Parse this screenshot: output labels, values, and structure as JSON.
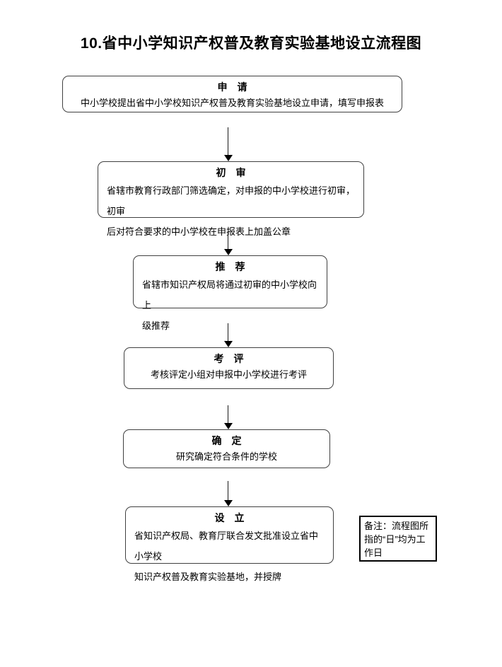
{
  "page": {
    "title": "10.省中小学知识产权普及教育实验基地设立流程图"
  },
  "flow": {
    "steps": [
      {
        "title": "申　请",
        "lines": [
          "中小学校提出省中小学校知识产权普及教育实验基地设立申请，填写申报表"
        ]
      },
      {
        "title": "初　审",
        "lines": [
          "省辖市教育行政部门筛选确定，对申报的中小学校进行初审，初审",
          "后对符合要求的中小学校在申报表上加盖公章"
        ]
      },
      {
        "title": "推　荐",
        "lines": [
          "省辖市知识产权局将通过初审的中小学校向上",
          "级推荐"
        ]
      },
      {
        "title": "考　评",
        "lines": [
          "考核评定小组对申报中小学校进行考评"
        ]
      },
      {
        "title": "确　定",
        "lines": [
          "研究确定符合条件的学校"
        ]
      },
      {
        "title": "设　立",
        "lines": [
          "省知识产权局、教育厅联合发文批准设立省中小学校",
          "知识产权普及教育实验基地，并授牌"
        ]
      }
    ]
  },
  "note": {
    "text": "备注：流程图所指的“日”均为工作日"
  },
  "colors": {
    "box_border": "#404040",
    "note_border": "#000000",
    "text": "#000000",
    "background": "#ffffff"
  }
}
